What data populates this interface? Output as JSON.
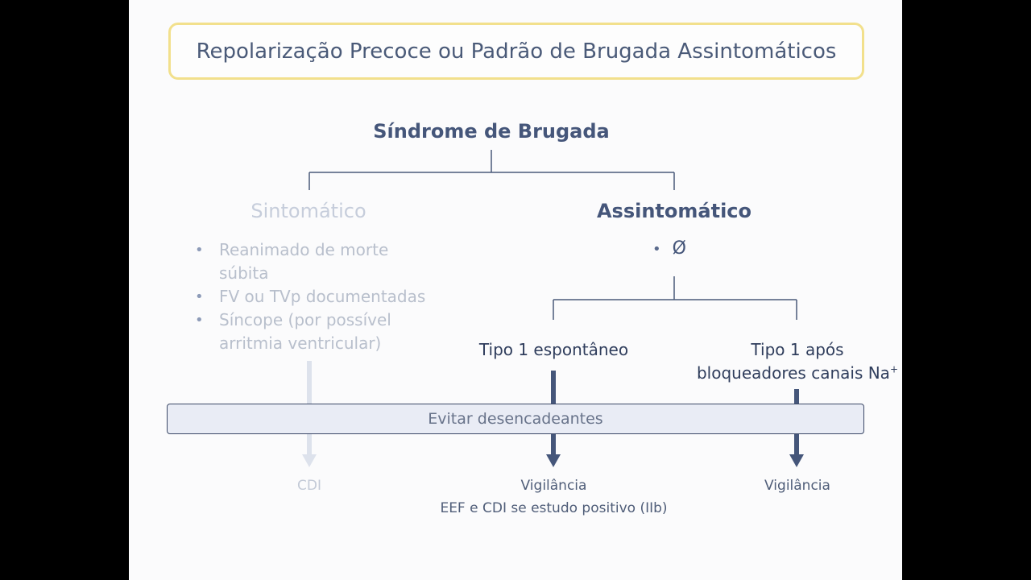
{
  "title": "Repolarização Precoce ou Padrão de Brugada Assintomáticos",
  "root": "Síndrome de Brugada",
  "branches": {
    "symptomatic": {
      "label": "Sintomático",
      "items": [
        "Reanimado de morte súbita",
        "FV ou TVp documentadas",
        "Síncope (por possível arritmia ventricular)"
      ],
      "outcome": "CDI"
    },
    "asymptomatic": {
      "label": "Assintomático",
      "item": "Ø",
      "subtypes": [
        {
          "label": "Tipo 1 espontâneo",
          "outcome_lines": [
            "Vigilância",
            "EEF e CDI se estudo positivo (IIb)"
          ]
        },
        {
          "label_line1": "Tipo 1 após",
          "label_line2": "bloqueadores canais Na",
          "label_sup": "+",
          "outcome_lines": [
            "Vigilância"
          ]
        }
      ]
    }
  },
  "avoid_box": "Evitar desencadeantes",
  "colors": {
    "primary": "#45567a",
    "faded": "#c6cddb",
    "title_border": "#f2e08c",
    "box_fill": "#e9ecf5"
  }
}
